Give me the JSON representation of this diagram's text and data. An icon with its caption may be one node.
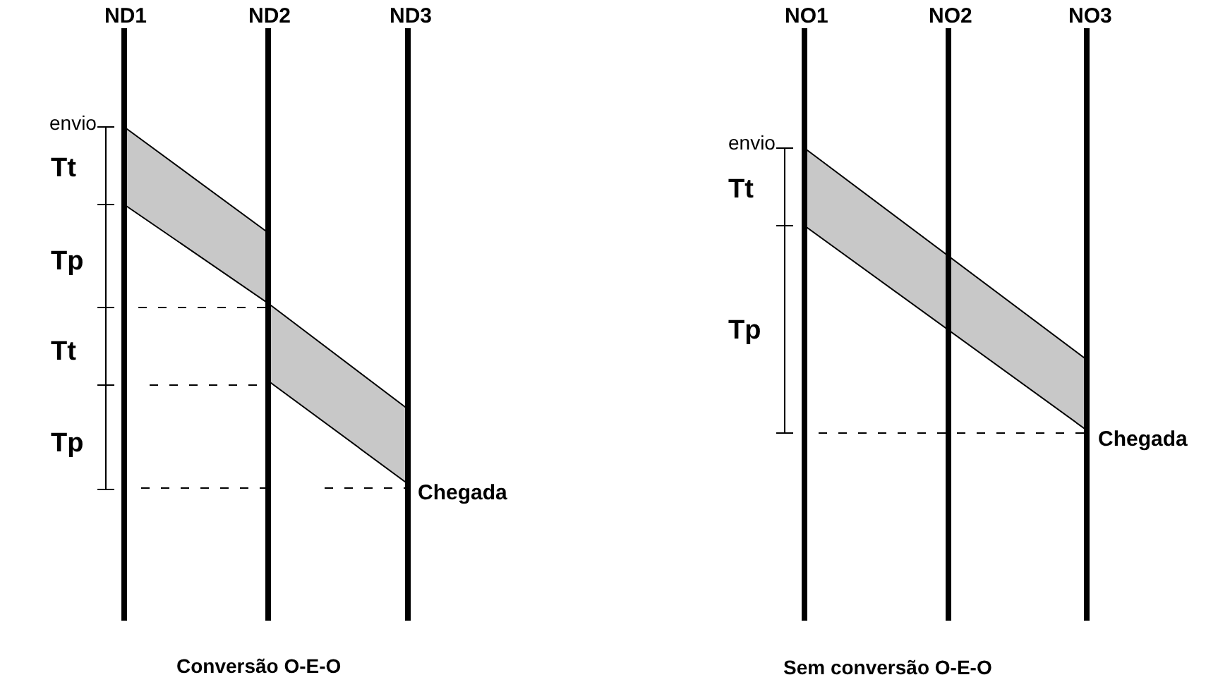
{
  "diagram": {
    "labels": [
      "ND1",
      "ND2",
      "ND3",
      "envio",
      "Tt",
      "Tp",
      "Tt",
      "Tp",
      "Chegada",
      "Conversão O-E-O",
      "NO1",
      "NO2",
      "NO3",
      "envio",
      "Tt",
      "Tp",
      "Chegada",
      "Sem conversão O-E-O"
    ]
  }
}
